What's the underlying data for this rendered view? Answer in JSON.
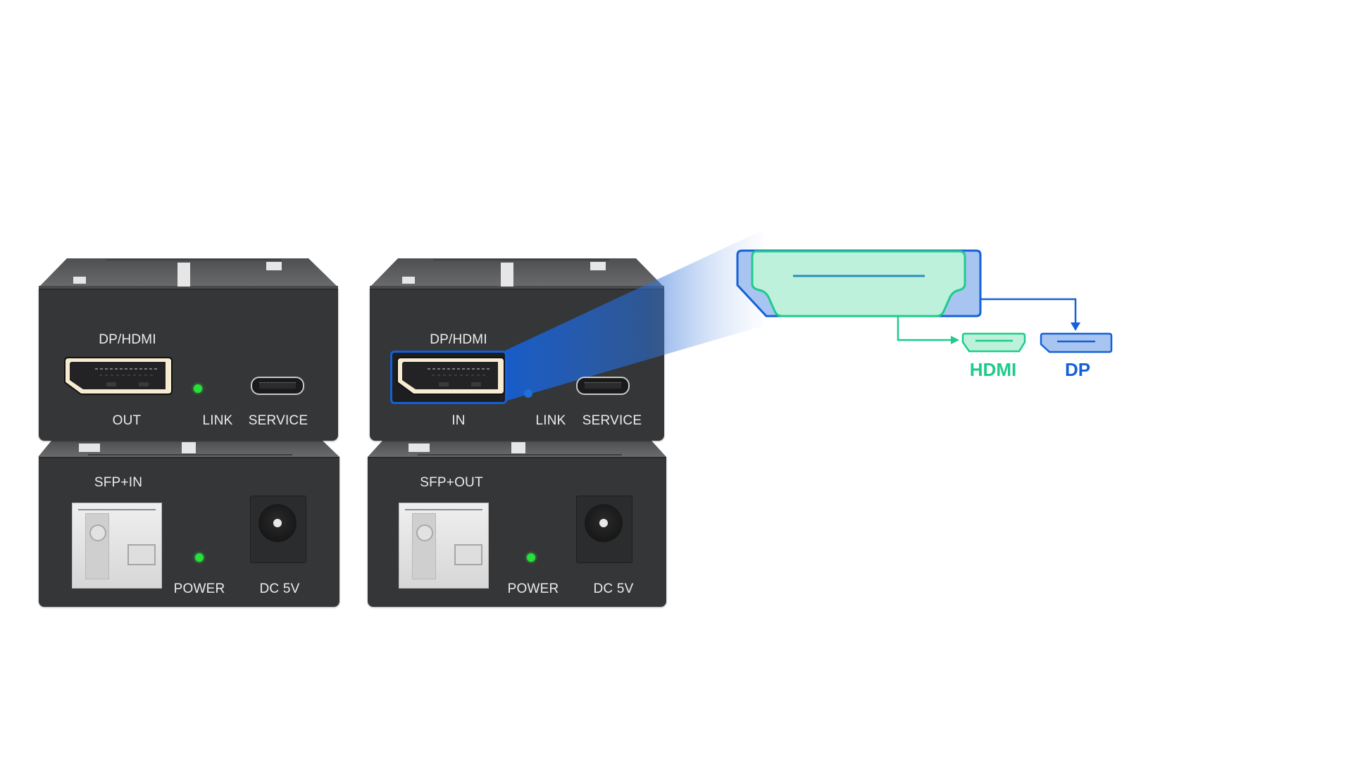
{
  "devices": {
    "transmitter_top": {
      "port_label": "DP/HDMI",
      "port_direction": "OUT",
      "led_label": "LINK",
      "service_label": "SERVICE",
      "led_color": "#27e03a"
    },
    "transmitter_bottom": {
      "sfp_label": "SFP+IN",
      "led_label": "POWER",
      "power_label": "DC 5V",
      "led_color": "#27e03a"
    },
    "receiver_top": {
      "port_label": "DP/HDMI",
      "port_direction": "IN",
      "led_label": "LINK",
      "service_label": "SERVICE",
      "led_color": "#1e6fd8",
      "highlight_color": "#1560d8"
    },
    "receiver_bottom": {
      "sfp_label": "SFP+OUT",
      "led_label": "POWER",
      "power_label": "DC 5V",
      "led_color": "#27e03a"
    }
  },
  "diagram": {
    "outputs": [
      {
        "label": "HDMI",
        "color": "#1ecb8a",
        "icon": "hdmi-port-icon"
      },
      {
        "label": "DP",
        "color": "#1560d8",
        "icon": "displayport-icon"
      }
    ],
    "connector_icon": "dp-hdmi-combo-port-icon"
  },
  "colors": {
    "chassis": "#353638",
    "chassis_top": "#5a5b5d",
    "dp_port_frame": "#f7ecd2",
    "accent_green": "#1ecb8a",
    "accent_blue": "#1560d8"
  }
}
